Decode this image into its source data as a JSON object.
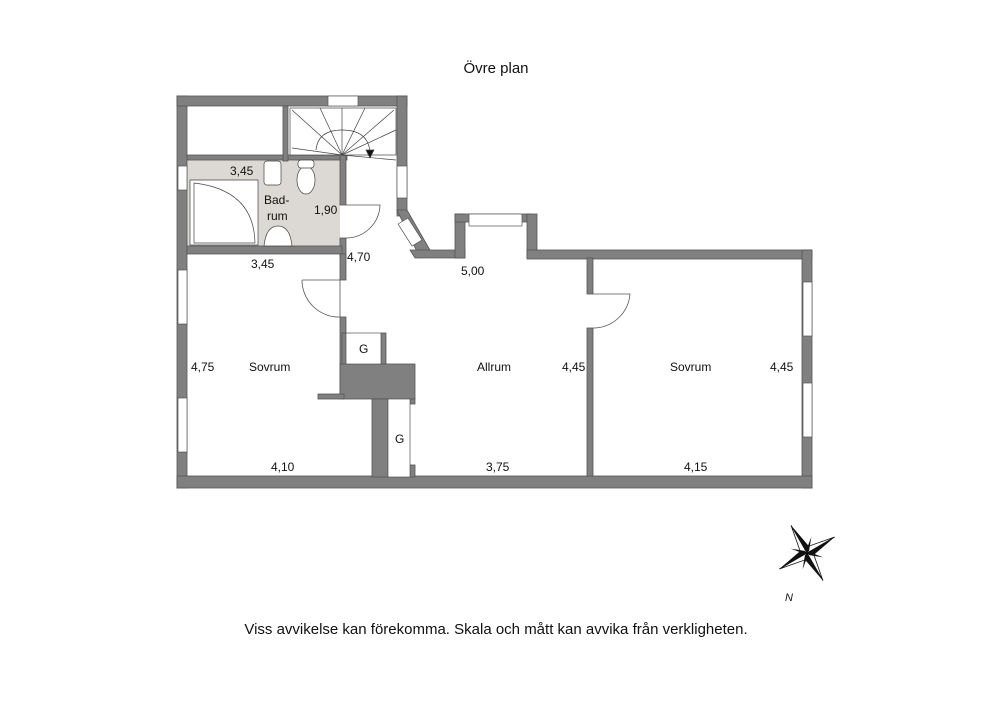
{
  "title": "Övre plan",
  "footer": "Viss avvikelse kan förekomma. Skala och mått kan avvika från verkligheten.",
  "colors": {
    "wall": "#7f7f7f",
    "wall_stroke": "#555555",
    "bathroom_floor": "#dcd8d3",
    "background": "#ffffff"
  },
  "rooms": [
    {
      "name": "Badrum",
      "label_line1": "Bad-",
      "label_line2": "rum",
      "dims": [
        "3,45",
        "1,90"
      ]
    },
    {
      "name": "Sovrum (vänster)",
      "label": "Sovrum",
      "dims": [
        "3,45",
        "4,75",
        "4,10"
      ]
    },
    {
      "name": "Allrum",
      "label": "Allrum",
      "dims": [
        "5,00",
        "4,45",
        "3,75",
        "4,70"
      ]
    },
    {
      "name": "Sovrum (höger)",
      "label": "Sovrum",
      "dims": [
        "4,45",
        "4,15"
      ]
    }
  ],
  "closets": [
    {
      "label": "G"
    },
    {
      "label": "G"
    }
  ],
  "compass": {
    "label": "N"
  }
}
